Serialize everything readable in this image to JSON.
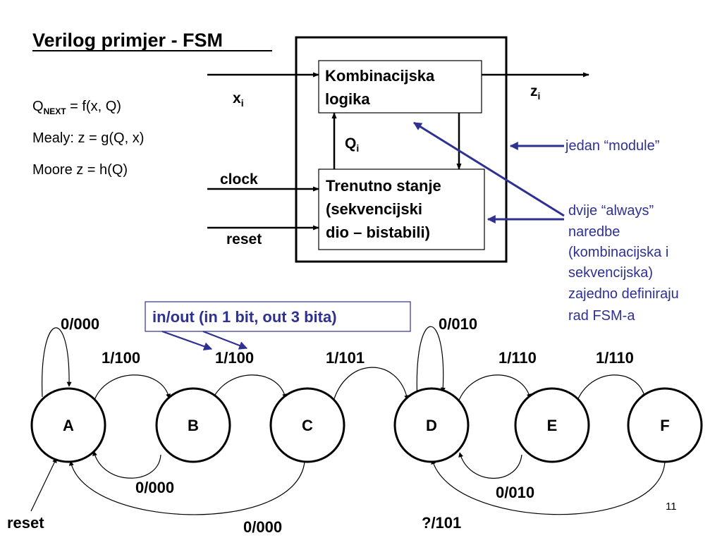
{
  "slide": {
    "title": "Verilog primjer - FSM",
    "page_number": "11",
    "equations": {
      "qnext_q": "Q",
      "qnext_sub": "NEXT",
      "qnext_rest": " = f(x, Q)",
      "mealy": "Mealy: z = g(Q, x)",
      "moore": "Moore z = h(Q)"
    }
  },
  "block_diagram": {
    "comb_line1": "Kombinacijska",
    "comb_line2": "logika",
    "seq_line1": "Trenutno stanje",
    "seq_line2": "(sekvencijski",
    "seq_line3": "dio – bistabili)",
    "input_x": "x",
    "input_x_sub": "i",
    "output_z": "z",
    "output_z_sub": "i",
    "state_q": "Q",
    "state_q_sub": "i",
    "clock": "clock",
    "reset": "reset"
  },
  "annotations": {
    "module_note": "jedan “module”",
    "always_note": [
      "dvije “always”",
      "naredbe",
      "(kombinacijska i",
      "sekvencijska)",
      "zajedno definiraju",
      "rad FSM-a"
    ],
    "inout_note": "in/out (in 1 bit, out 3 bita)",
    "colors": {
      "annotation": "#2e3192",
      "ink": "#000000"
    }
  },
  "state_machine": {
    "states": [
      "A",
      "B",
      "C",
      "D",
      "E",
      "F"
    ],
    "reset_label": "reset",
    "transitions": {
      "a_self": "0/000",
      "a_to_b": "1/100",
      "b_to_c": "1/100",
      "c_to_d": "1/101",
      "d_self": "0/010",
      "d_to_e": "1/110",
      "e_to_f": "1/110",
      "b_to_a": "0/000",
      "c_to_a": "0/000",
      "e_to_d": "0/010",
      "f_to_d": "?/101"
    }
  }
}
